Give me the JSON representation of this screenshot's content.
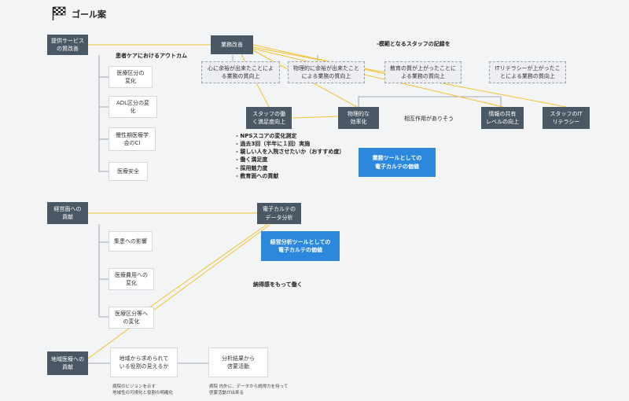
{
  "title": "ゴール案",
  "icon": "checkered-flag-icon",
  "colors": {
    "dark": "#4a5764",
    "line": "#f2c12e",
    "blue": "#2b88dd",
    "gray": "#8a939c"
  },
  "nodes": {
    "service_quality": "提供サービス\nの質改善",
    "patient_care_outcome": "患者ケアにおけるアウトカム",
    "medical_class_change": "医療区分の\n変化",
    "adl_class_change": "ADL区分の変\n化",
    "chronic_care_ci": "慢性期医療学\n会のCI",
    "medical_safety": "医療安全",
    "management_contribution": "経営面への\n貢献",
    "concentration_effect": "集患への影響",
    "medical_cost_change": "医療費用への\n変化",
    "medical_class_etc_change": "医療区分等へ\nの変化",
    "community_contribution": "地域医療への\n貢献",
    "community_role": "地域から求められて\nいる役割の見えるか",
    "analysis_outreach": "分析結果から\n啓蒙活動",
    "hospital_vision_note": "病院のビジョンを示す\n地域性の可視化と役割の明確化",
    "persuasion_note": "病院 内外に、データから説得力を持って\n啓蒙活動が出来る",
    "business_improvement": "業務改善",
    "model_staff_record": "-模範となるスタッフの記録を",
    "quality_leisure": "心に余裕が出来たことによ\nる業務の質向上",
    "quality_physical": "物理的に余裕が出来たこと\nによる業務の質向上",
    "quality_education": "教育の質が上がったことに\nよる業務の質向上",
    "quality_it": "ITリテラシーが上がったこ\nとによる業務の質向上",
    "staff_satisfaction": "スタッフの働\nく満足度向上",
    "physical_efficiency": "物理的な\n効率化",
    "mutual_effect": "相互作用がありそう",
    "info_sharing": "情報の共有\nレベルの向上",
    "staff_it_literacy": "スタッフのIT\nリテラシー",
    "satisfaction_metrics": "- NPSスコアの変化測定\n- 過去3回（半年に１回）実施\n- 親しい人を入院させたいか（おすすめ度）\n- 働く満足度\n- 採用魅力度\n- 教育面への貢献",
    "emr_business_tool": "業務ツールとしての\n電子カルテの価値",
    "emr_data_analysis": "電子カルテの\nデータ分析",
    "emr_management_tool": "経営分析ツールとしての\n電子カルテの価値",
    "work_with_conviction": "納得感をもって働く"
  }
}
